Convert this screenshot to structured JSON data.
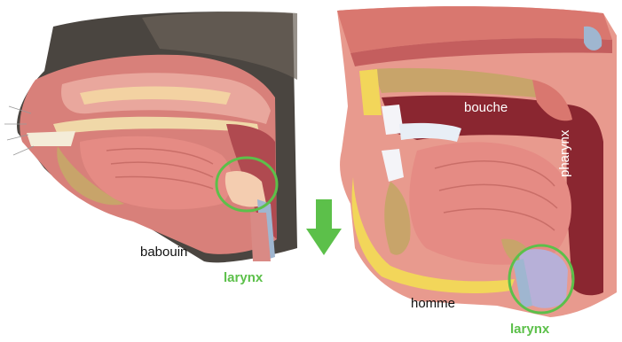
{
  "labels": {
    "left_species": "babouin",
    "left_larynx": "larynx",
    "mouth": "bouche",
    "pharynx": "pharynx",
    "right_species": "homme",
    "right_larynx": "larynx"
  },
  "colors": {
    "highlight_green": "#5cc04a",
    "arrow_green": "#5cc04a",
    "tissue_pink": "#e89a8e",
    "tissue_dark": "#8a2630",
    "bone_tan": "#c8a46a",
    "fat_yellow": "#f2d65a",
    "fur_dark": "#4a4540"
  },
  "icons": {
    "arrow": "down-arrow-icon"
  }
}
